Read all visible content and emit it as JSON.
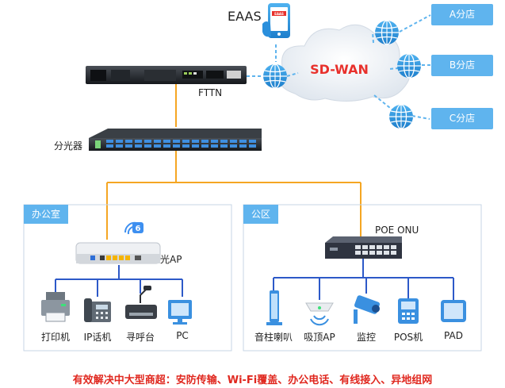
{
  "eaas_label": "EAAS",
  "phone_badge": "EAAS",
  "sdwan_label": "SD-WAN",
  "branches": [
    "A分店",
    "B分店",
    "C分店"
  ],
  "fttn_label": "FTTN",
  "splitter_label": "分光器",
  "zones": {
    "office": "办公室",
    "public": "公区"
  },
  "ap_label": "光AP",
  "wifi_badge": "6",
  "poe_label": "POE ONU",
  "office_devices": [
    "打印机",
    "IP话机",
    "寻呼台",
    "PC"
  ],
  "public_devices": [
    "音柱喇叭",
    "吸顶AP",
    "监控",
    "POS机",
    "PAD"
  ],
  "footer": "有效解决中大型商超：安防传输、Wi-Fi覆盖、办公电话、有线接入、异地组网",
  "colors": {
    "fiber": "#f5a623",
    "ethernet": "#2d59c8",
    "cloud_dashed": "#5fb4ee",
    "accent": "#e8312c",
    "tag_bg": "#5fb4ee"
  }
}
